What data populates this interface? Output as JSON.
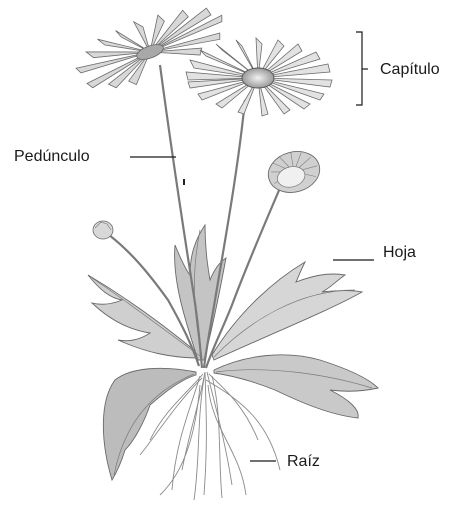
{
  "labels": {
    "capitulo": "Capítulo",
    "pedunculo": "Pedúnculo",
    "hoja": "Hoja",
    "raiz": "Raíz"
  },
  "colors": {
    "ink": "#1a1a1a",
    "drawing": "#555555",
    "shade": "#bdbdbd",
    "light_shade": "#d9d9d9"
  }
}
